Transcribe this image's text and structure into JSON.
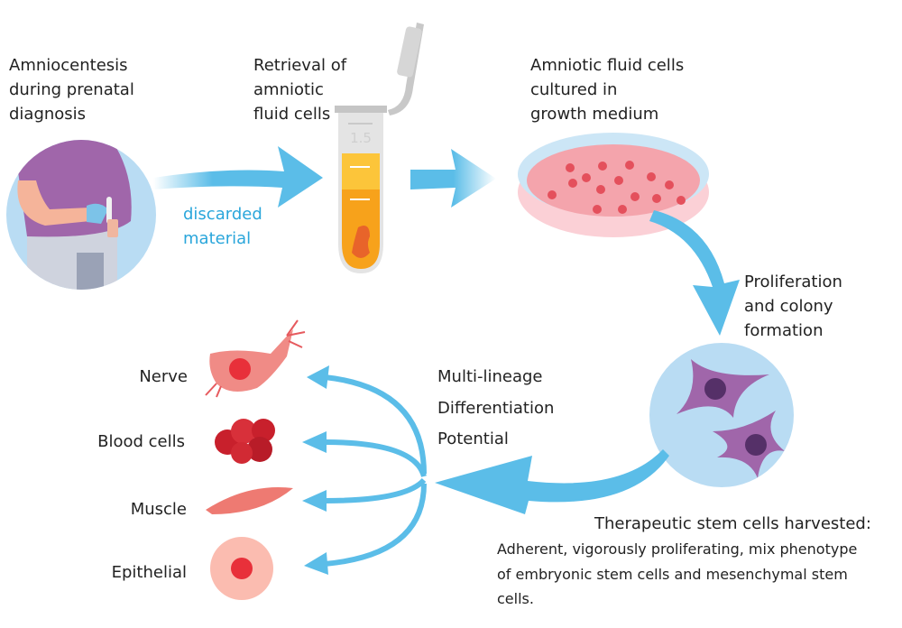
{
  "steps": {
    "amniocentesis": [
      "Amniocentesis",
      "during prenatal",
      "diagnosis"
    ],
    "retrieval": [
      "Retrieval of",
      "amniotic",
      "fluid cells"
    ],
    "culture": [
      "Amniotic fluid cells",
      "cultured in",
      "growth medium"
    ],
    "discarded": [
      "discarded",
      "material"
    ],
    "proliferation": [
      "Proliferation",
      "and colony",
      "formation"
    ],
    "differentiation": [
      "Multi-lineage",
      "Differentiation",
      "Potential"
    ]
  },
  "tube_label": "1.5",
  "cell_types": [
    "Nerve",
    "Blood cells",
    "Muscle",
    "Epithelial"
  ],
  "harvest": {
    "title": "Therapeutic stem cells harvested:",
    "body": [
      "Adherent, vigorously proliferating, mix phenotype",
      "of embryonic stem cells and mesenchymal stem",
      "cells."
    ]
  },
  "colors": {
    "arrow": "#5bbde8",
    "circle_bg": "#b9dcf3",
    "purple": "#a066aa",
    "red": "#d8303a",
    "text_blue": "#2aa6db"
  }
}
